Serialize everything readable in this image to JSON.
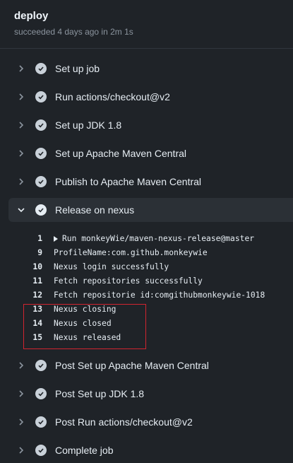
{
  "job": {
    "title": "deploy",
    "subtitle": "succeeded 4 days ago in 2m 1s"
  },
  "steps_before": [
    {
      "label": "Set up job"
    },
    {
      "label": "Run actions/checkout@v2"
    },
    {
      "label": "Set up JDK 1.8"
    },
    {
      "label": "Set up Apache Maven Central"
    },
    {
      "label": "Publish to Apache Maven Central"
    }
  ],
  "expanded_step": {
    "label": "Release on nexus"
  },
  "log_lines": [
    {
      "num": "1",
      "text": "Run monkeyWie/maven-nexus-release@master"
    },
    {
      "num": "9",
      "text": "ProfileName:com.github.monkeywie"
    },
    {
      "num": "10",
      "text": "Nexus login successfully"
    },
    {
      "num": "11",
      "text": "Fetch repositories successfully"
    },
    {
      "num": "12",
      "text": "Fetch repositorie id:comgithubmonkeywie-1018"
    },
    {
      "num": "13",
      "text": "Nexus closing"
    },
    {
      "num": "14",
      "text": "Nexus closed"
    },
    {
      "num": "15",
      "text": "Nexus released"
    }
  ],
  "steps_after": [
    {
      "label": "Post Set up Apache Maven Central"
    },
    {
      "label": "Post Set up JDK 1.8"
    },
    {
      "label": "Post Run actions/checkout@v2"
    },
    {
      "label": "Complete job"
    }
  ],
  "colors": {
    "background": "#1f2328",
    "check": "#c9d1d9",
    "highlight_border": "#d1242f"
  },
  "icons": {
    "collapsed": "chevron-right-icon",
    "expanded": "chevron-down-icon",
    "status": "check-circle-icon"
  }
}
